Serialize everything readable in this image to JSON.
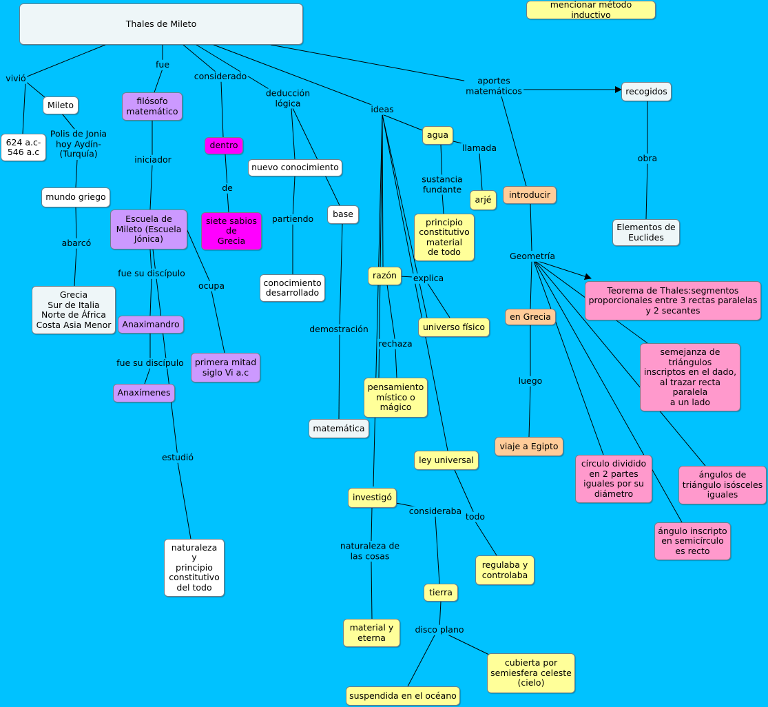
{
  "title": "Thales de Mileto",
  "concepts": {
    "mencionar": "mencionar método inductivo",
    "mileto": "Mileto",
    "fecha": "624 a.c-\n546 a.c",
    "filosofo": "filósofo\nmatemático",
    "dentro": "dentro",
    "nuevo_conocimiento": "nuevo conocimiento",
    "base": "base",
    "agua": "agua",
    "arje": "arjé",
    "introducir": "introducir",
    "recogidos": "recogidos",
    "mundo_griego": "mundo griego",
    "escuela": "Escuela de\nMileto (Escuela\nJónica)",
    "siete_sabios": "siete sabios\nde\nGrecia",
    "principio": "principio\nconstitutivo\nmaterial\nde todo",
    "elementos": "Elementos de\nEuclides",
    "grecia": "Grecia\nSur de Italia\nNorte de África\nCosta Asia Menor",
    "conocimiento_desarrollado": "conocimiento\ndesarrollado",
    "razon": "razón",
    "teorema": "Teorema de Thales:segmentos\nproporcionales entre 3 rectas paralelas\ny 2 secantes",
    "en_grecia": "en Grecia",
    "anaximandro": "Anaximandro",
    "universo": "universo físico",
    "semejanza": "semejanza de\ntriángulos\ninscriptos en el dado,\nal trazar recta\nparalela\na un lado",
    "primera_mitad": "primera mitad\nsiglo Vi a.c",
    "anaximenes": "Anaxímenes",
    "pensamiento": "pensamiento\nmístico o\nmágico",
    "matematica": "matemática",
    "viaje": "viaje a Egipto",
    "ley_universal": "ley universal",
    "circulo": "círculo dividido\nen 2 partes\niguales por su\ndiámetro",
    "angulos_isosceles": "ángulos de\ntriángulo isósceles\niguales",
    "investigo": "investigó",
    "angulo_inscripto": "ángulo inscripto\nen semicírculo\nes recto",
    "naturaleza_todo": "naturaleza\ny\nprincipio\nconstitutivo\ndel todo",
    "regulaba": "regulaba y\ncontrolaba",
    "tierra": "tierra",
    "material_eterna": "material y\neterna",
    "cubierta": "cubierta por\nsemiesfera celeste\n(cielo)",
    "suspendida": "suspendida en el océano"
  },
  "linking_phrases": {
    "vivio": "vivió",
    "fue": "fue",
    "considerado": "considerado",
    "deduccion": "deducción\nlógica",
    "ideas": "ideas",
    "aportes": "aportes\nmatemáticos",
    "polis": "Polis de Jonia\nhoy Aydín-\n(Turquía)",
    "llamada": "llamada",
    "iniciador": "iniciador",
    "obra": "obra",
    "de": "de",
    "sustancia": "sustancia\nfundante",
    "partiendo": "partiendo",
    "abarco": "abarcó",
    "geometria": "Geometría",
    "fue_su_discipulo_1": "fue su discípulo",
    "ocupa": "ocupa",
    "explica": "explica",
    "demostracion": "demostración",
    "rechaza": "rechaza",
    "fue_su_discipulo_2": "fue su discípulo",
    "luego": "luego",
    "estudio": "estudió",
    "todo": "todo",
    "consideraba": "consideraba",
    "naturaleza_cosas": "naturaleza de\nlas cosas",
    "disco_plano": "disco plano"
  },
  "colors": {
    "background": "#00c2ff",
    "white": "#ffffff",
    "pale": "#eef6f8",
    "yellow": "#ffff99",
    "purple": "#cc99ff",
    "magenta": "#ff00ff",
    "pink": "#ff99cc",
    "peach": "#ffcc99"
  }
}
